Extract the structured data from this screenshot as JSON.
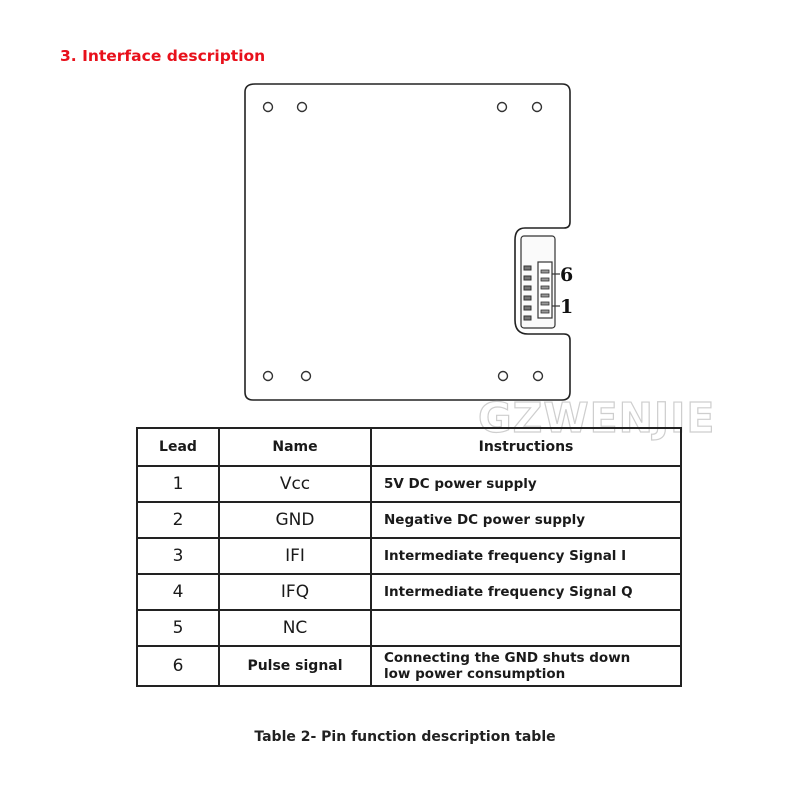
{
  "section_title": "3. Interface description",
  "diagram": {
    "pin_top_label": "6",
    "pin_bottom_label": "1"
  },
  "watermark": "GZWENJIE",
  "table": {
    "headers": [
      "Lead",
      "Name",
      "Instructions"
    ],
    "rows": [
      {
        "lead": "1",
        "name": "Vcc",
        "instructions": "5V DC power supply"
      },
      {
        "lead": "2",
        "name": "GND",
        "instructions": "Negative DC power supply"
      },
      {
        "lead": "3",
        "name": "IFI",
        "instructions": "Intermediate frequency Signal I"
      },
      {
        "lead": "4",
        "name": "IFQ",
        "instructions": "Intermediate frequency Signal Q"
      },
      {
        "lead": "5",
        "name": "NC",
        "instructions": ""
      },
      {
        "lead": "6",
        "name": "Pulse signal",
        "instructions_line1": "Connecting the GND shuts down",
        "instructions_line2": "low power consumption"
      }
    ]
  },
  "caption": "Table 2- Pin function description table"
}
